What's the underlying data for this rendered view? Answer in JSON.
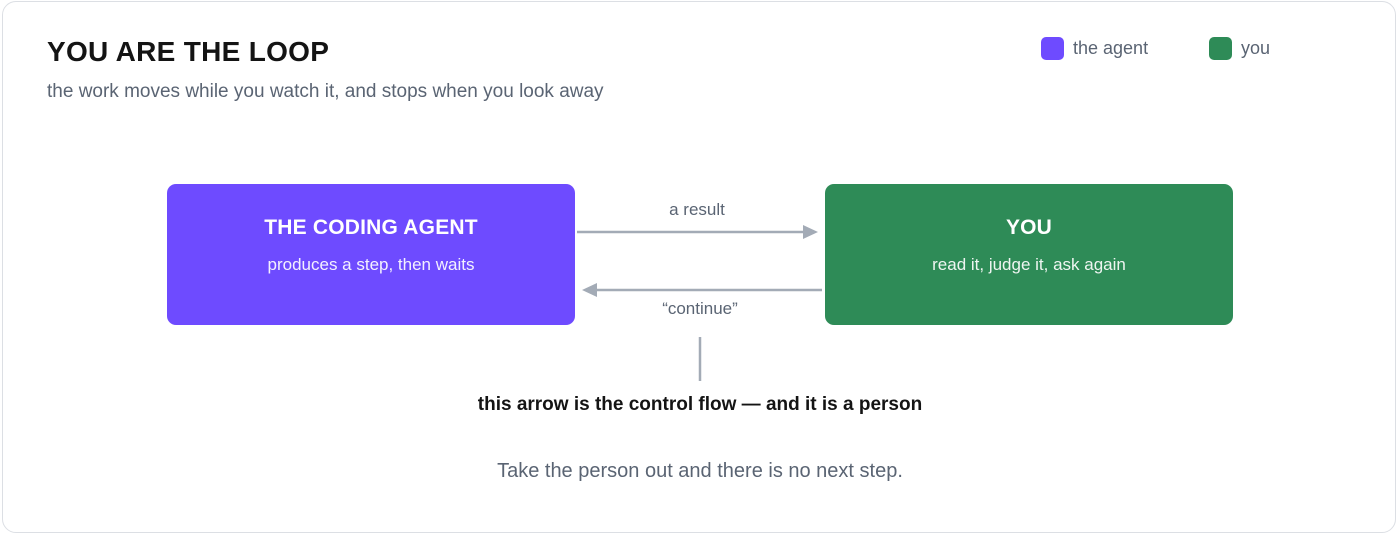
{
  "header": {
    "title": "YOU ARE THE LOOP",
    "subtitle": "the work moves while you watch it, and stops when you look away"
  },
  "legend": [
    {
      "label": "the agent",
      "color": "#6E4BFF"
    },
    {
      "label": "you",
      "color": "#2E8B57"
    }
  ],
  "nodes": {
    "agent": {
      "title": "THE CODING AGENT",
      "subtitle": "produces a step, then waits",
      "color": "#6E4BFF"
    },
    "you": {
      "title": "YOU",
      "subtitle": "read it, judge it, ask again",
      "color": "#2E8B57"
    }
  },
  "edges": {
    "forward_label": "a result",
    "back_label": "“continue”"
  },
  "callout": "this arrow is the control flow — and it is a person",
  "footer": "Take the person out and there is no next step.",
  "colors": {
    "arrow": "#A3ABB6",
    "text_muted": "#5A6473",
    "text_dark": "#141414"
  }
}
